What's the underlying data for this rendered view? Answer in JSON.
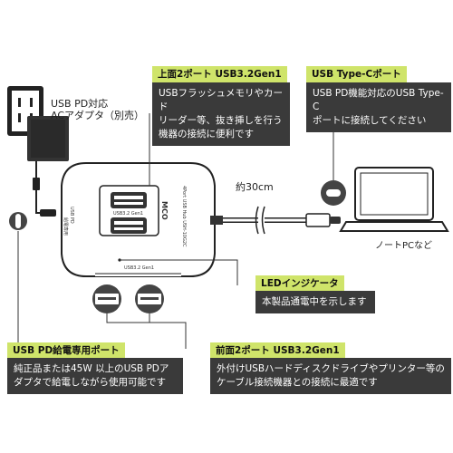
{
  "adapter": {
    "label_line1": "USB PD対応",
    "label_line2": "ACアダプタ（別売）"
  },
  "top_ports": {
    "header": "上面2ポート USB3.2Gen1",
    "description": [
      "USBフラッシュメモリやカード",
      "リーダー等、抜き挿しを行う",
      "機器の接続に便利です"
    ]
  },
  "typec_port": {
    "header": "USB Type-Cポート",
    "description": [
      "USB PD機能対応のUSB Type-C",
      "ポートに接続してください"
    ]
  },
  "cable_length": "約30cm",
  "laptop_label": "ノートPCなど",
  "led": {
    "header": "LEDインジケータ",
    "description": "本製品通電中を示します"
  },
  "pd_port": {
    "header": "USB PD給電専用ポート",
    "description": [
      "純正品または45W 以上のUSB PDア",
      "ダプタで給電しながら使用可能です"
    ]
  },
  "front_ports": {
    "header": "前面2ポート USB3.2Gen1",
    "description": [
      "外付けUSBハードディスクドライブやプリンター等の",
      "ケーブル接続機器との接続に最適です"
    ]
  },
  "device_text": {
    "brand": "MCO",
    "model": "4Port USB Hub USH-10G2C",
    "top_port_label": "USB3.2 Gen1",
    "front_port_label": "USB3.2 Gen1",
    "pd_side_label": "USB PD",
    "pd_side_label2": "給電専用"
  },
  "colors": {
    "accent": "#cfe46a",
    "label_bg": "#3a3a3a",
    "line": "#333333"
  }
}
